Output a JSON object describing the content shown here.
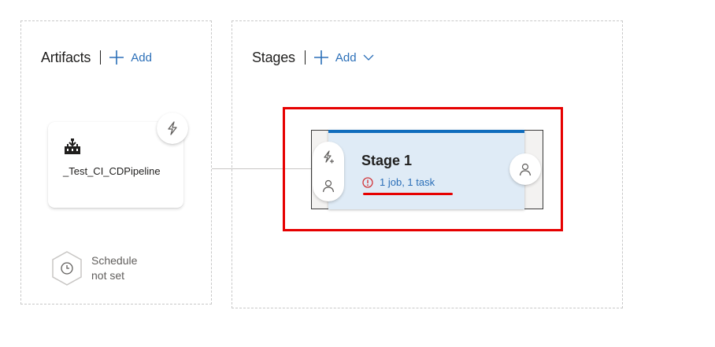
{
  "artifacts": {
    "title": "Artifacts",
    "add_label": "Add",
    "card": {
      "icon": "build-pipeline-icon",
      "name": "_Test_CI_CDPipeline"
    },
    "schedule": {
      "line1": "Schedule",
      "line2": "not set"
    }
  },
  "stages": {
    "title": "Stages",
    "add_label": "Add",
    "stage": {
      "name": "Stage 1",
      "status": "1 job, 1 task"
    }
  },
  "colors": {
    "accent": "#2b6fb8",
    "stage_bg": "#dfebf6",
    "stage_bar": "#0f6cbd",
    "highlight": "#e60000"
  }
}
